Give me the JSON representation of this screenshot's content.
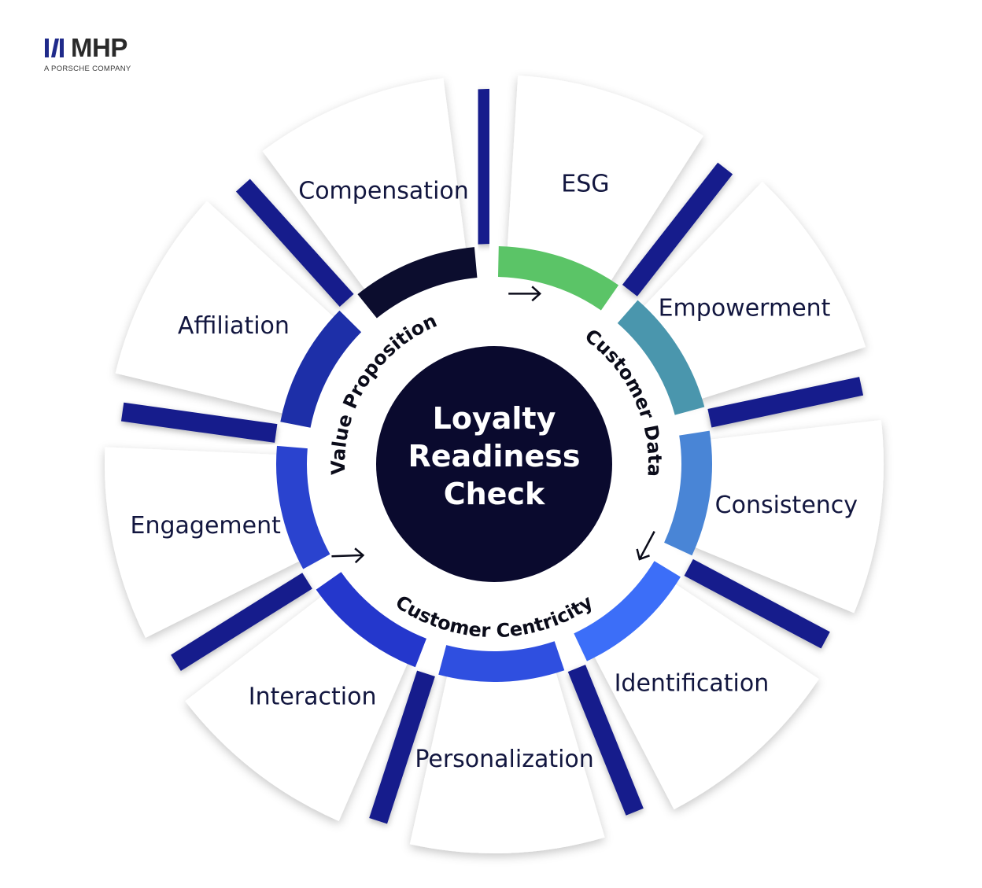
{
  "brand": {
    "name": "MHP",
    "tagline": "A PORSCHE COMPANY",
    "color": "#1f2a8a"
  },
  "center": {
    "title_lines": [
      "Loyalty",
      "Readiness",
      "Check"
    ],
    "color": "#0a0a2e"
  },
  "ring_labels": [
    "Value Proposition",
    "Customer Data",
    "Customer Centricity"
  ],
  "segments": [
    {
      "label": "ESG",
      "arc_color": "#5bc467"
    },
    {
      "label": "Empowerment",
      "arc_color": "#4a96ad"
    },
    {
      "label": "Consistency",
      "arc_color": "#4985d6"
    },
    {
      "label": "Identification",
      "arc_color": "#3c6ef8"
    },
    {
      "label": "Personalization",
      "arc_color": "#2f4fe0"
    },
    {
      "label": "Interaction",
      "arc_color": "#2437cc"
    },
    {
      "label": "Engagement",
      "arc_color": "#2a43cf"
    },
    {
      "label": "Affiliation",
      "arc_color": "#1d2fa8"
    },
    {
      "label": "Compensation",
      "arc_color": "#0c0d2e"
    }
  ],
  "colors": {
    "divider": "#131c8c",
    "segment_fill": "#ffffff",
    "arrow": "#0b0c1a"
  },
  "arrows": [
    "clockwise-arrow-top",
    "clockwise-arrow-right",
    "clockwise-arrow-left"
  ]
}
